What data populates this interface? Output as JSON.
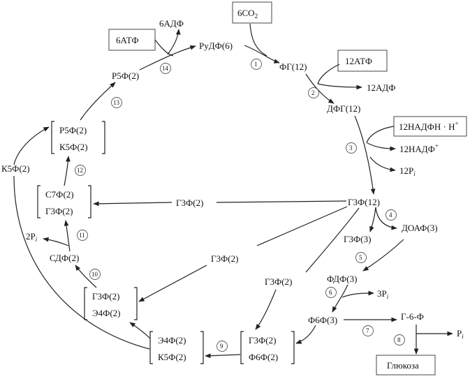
{
  "nodes": {
    "co2_coef": "6CO",
    "co2_sub": "2",
    "atp6": "6АТФ",
    "adp6": "6АДФ",
    "rudf": "РуДФ(6)",
    "fg": "ФГ(12)",
    "atp12": "12АТФ",
    "adp12": "12АДФ",
    "dfg": "ДФГ(12)",
    "nadph": "12НАДФН · Н",
    "nadph_sup": "+",
    "nadp": "12НАДФ",
    "nadp_sup": "+",
    "pi12": "12P",
    "pi_sub": "i",
    "g3f12": "Г3Ф(12)",
    "doaf": "ДОАФ(3)",
    "g3f3": "Г3Ф(3)",
    "fdf": "ФДФ(3)",
    "pi3": "3P",
    "f6f3": "Ф6Ф(3)",
    "g6f": "Г-6-Ф",
    "pi1": "P",
    "glucose": "Глюкоза",
    "r5f": "Р5Ф(2)",
    "r5f_b": "Р5Ф(2)",
    "k5f_b": "К5Ф(2)",
    "k5f_left": "К5Ф(2)",
    "s7f": "С7Ф(2)",
    "g3f_s7": "Г3Ф(2)",
    "pi2": "2P",
    "sdf": "СДФ(2)",
    "g3f_e4": "Г3Ф(2)",
    "e4f": "Э4Ф(2)",
    "e4f_k5": "Э4Ф(2)",
    "k5f_e4": "К5Ф(2)",
    "g3f_f6": "Г3Ф(2)",
    "f6f2": "Ф6Ф(2)",
    "g3f_arrow1": "Г3Ф(2)",
    "g3f_arrow2": "Г3Ф(2)",
    "g3f_arrow3": "Г3Ф(2)"
  },
  "steps": [
    "1",
    "2",
    "3",
    "4",
    "5",
    "6",
    "7",
    "8",
    "9",
    "10",
    "11",
    "12",
    "13",
    "14"
  ]
}
